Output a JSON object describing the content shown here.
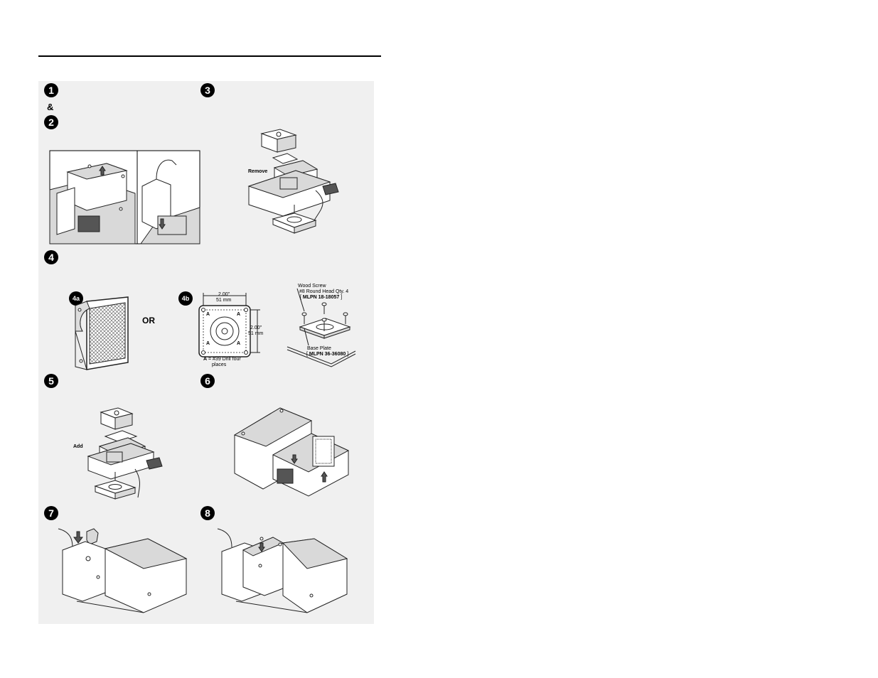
{
  "steps": {
    "s1": "1",
    "amp": "&",
    "s2": "2",
    "s3": "3",
    "s4": "4",
    "s4a": "4a",
    "s4b": "4b",
    "s5": "5",
    "s6": "6",
    "s7": "7",
    "s8": "8"
  },
  "labels": {
    "remove": "Remove",
    "or": "OR",
    "dim_w_in": "2.00\"",
    "dim_w_mm": "51 mm",
    "dim_h_in": "2.00\"",
    "dim_h_mm": "51 mm",
    "hole_a": "A",
    "drill_note_a": "A",
    "drill_note": " = #39 Drill four",
    "drill_note2": "places",
    "wood_screw": "Wood Screw",
    "wood_screw_spec": "#8 Round Head  Qty. 4",
    "wood_screw_mlpn_open": "[ ",
    "wood_screw_mlpn": "MLPN 18-18057",
    "wood_screw_mlpn_close": " ]",
    "base_plate": "Base Plate",
    "base_plate_mlpn_open": "[ ",
    "base_plate_mlpn": "MLPN 36-36080",
    "base_plate_mlpn_close": " ]",
    "add": "Add"
  }
}
